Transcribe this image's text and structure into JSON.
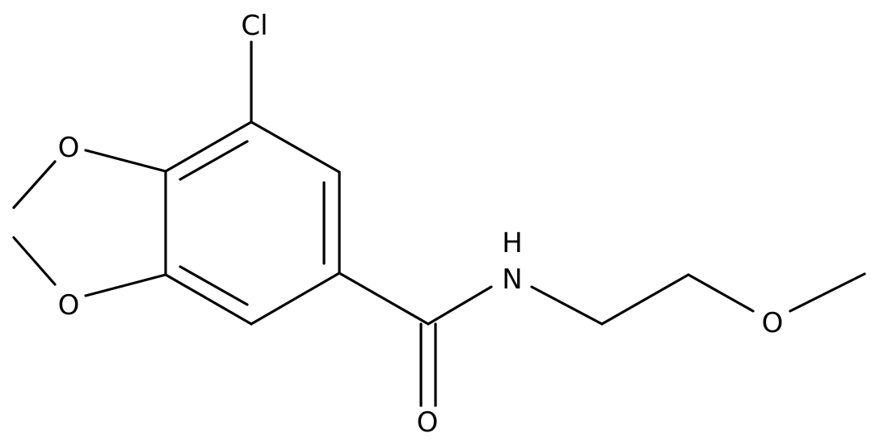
{
  "atoms": {
    "chlorine": "Cl",
    "oxygen_ring_top": "O",
    "oxygen_ring_bottom": "O",
    "nitrogen": "N",
    "hydrogen": "H",
    "oxygen_carbonyl": "O",
    "oxygen_ether": "O"
  },
  "colors": {
    "bond": "#000000",
    "label": "#000000",
    "background": "#ffffff"
  }
}
